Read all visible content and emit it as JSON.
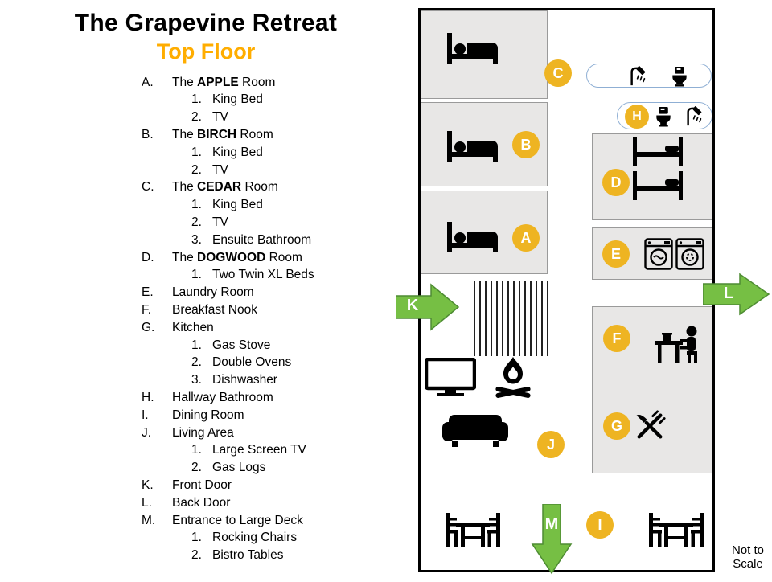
{
  "title": "The Grapevine Retreat",
  "subtitle": "Top Floor",
  "note": "Not to Scale",
  "colors": {
    "title-gold": "#FFAD00",
    "marker-gold": "#EEB422",
    "arrow-green": "#76BF44",
    "room-gray": "#E8E7E6"
  },
  "legend": [
    {
      "letter": "A.",
      "text_pre": "The ",
      "text_bold": "APPLE",
      "text_post": " Room",
      "sub": [
        "King Bed",
        "TV"
      ]
    },
    {
      "letter": "B.",
      "text_pre": "The ",
      "text_bold": "BIRCH",
      "text_post": " Room",
      "sub": [
        "King Bed",
        "TV"
      ]
    },
    {
      "letter": "C.",
      "text_pre": "The ",
      "text_bold": "CEDAR",
      "text_post": " Room",
      "sub": [
        "King Bed",
        "TV",
        "Ensuite Bathroom"
      ]
    },
    {
      "letter": "D.",
      "text_pre": "The ",
      "text_bold": "DOGWOOD",
      "text_post": " Room",
      "sub": [
        "Two Twin XL Beds"
      ]
    },
    {
      "letter": "E.",
      "text": "Laundry Room",
      "sub": []
    },
    {
      "letter": "F.",
      "text": "Breakfast Nook",
      "sub": []
    },
    {
      "letter": "G.",
      "text": "Kitchen",
      "sub": [
        "Gas Stove",
        "Double Ovens",
        "Dishwasher"
      ]
    },
    {
      "letter": "H.",
      "text": "Hallway Bathroom",
      "sub": []
    },
    {
      "letter": "I.",
      "text": "Dining Room",
      "sub": []
    },
    {
      "letter": "J.",
      "text": "Living Area",
      "sub": [
        "Large Screen TV",
        "Gas Logs"
      ]
    },
    {
      "letter": "K.",
      "text": "Front Door",
      "sub": []
    },
    {
      "letter": "L.",
      "text": "Back Door",
      "sub": []
    },
    {
      "letter": "M.",
      "text": "Entrance to Large Deck",
      "sub": [
        "Rocking Chairs",
        "Bistro Tables"
      ]
    }
  ],
  "floorplan": {
    "markers": {
      "a": "A",
      "b": "B",
      "c": "C",
      "d": "D",
      "e": "E",
      "f": "F",
      "g": "G",
      "h": "H",
      "i": "I",
      "j": "J",
      "k": "K",
      "l": "L",
      "m": "M"
    }
  }
}
